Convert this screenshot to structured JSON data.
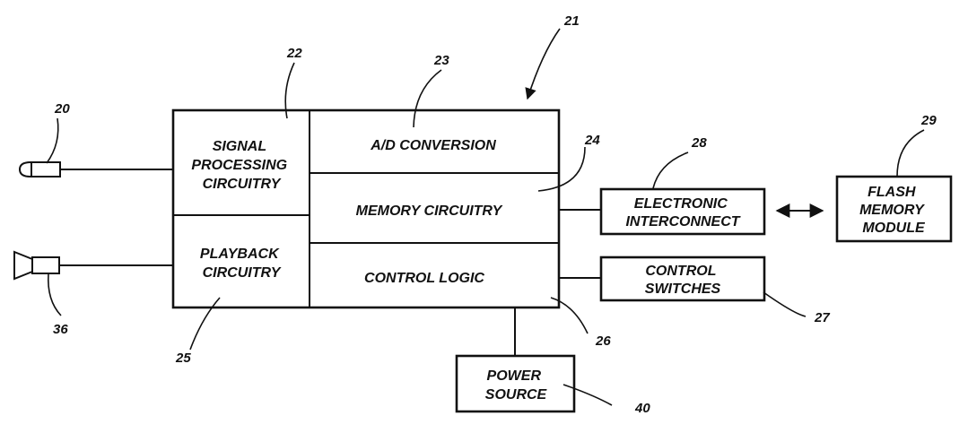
{
  "blocks": {
    "signal_processing": [
      "SIGNAL",
      "PROCESSING",
      "CIRCUITRY"
    ],
    "playback": [
      "PLAYBACK",
      "CIRCUITRY"
    ],
    "ad_conversion": "A/D CONVERSION",
    "memory": "MEMORY CIRCUITRY",
    "control_logic": "CONTROL LOGIC",
    "electronic_interconnect": [
      "ELECTRONIC",
      "INTERCONNECT"
    ],
    "flash_memory": [
      "FLASH",
      "MEMORY",
      "MODULE"
    ],
    "control_switches": [
      "CONTROL",
      "SWITCHES"
    ],
    "power_source": [
      "POWER",
      "SOURCE"
    ]
  },
  "refs": {
    "microphone": "20",
    "device": "21",
    "signal_processing": "22",
    "ad_conversion": "23",
    "memory": "24",
    "playback": "25",
    "control_logic": "26",
    "control_switches": "27",
    "electronic_interconnect": "28",
    "flash_memory": "29",
    "speaker": "36",
    "power_source": "40"
  },
  "icons": {
    "microphone": "microphone-icon",
    "speaker": "speaker-icon"
  }
}
